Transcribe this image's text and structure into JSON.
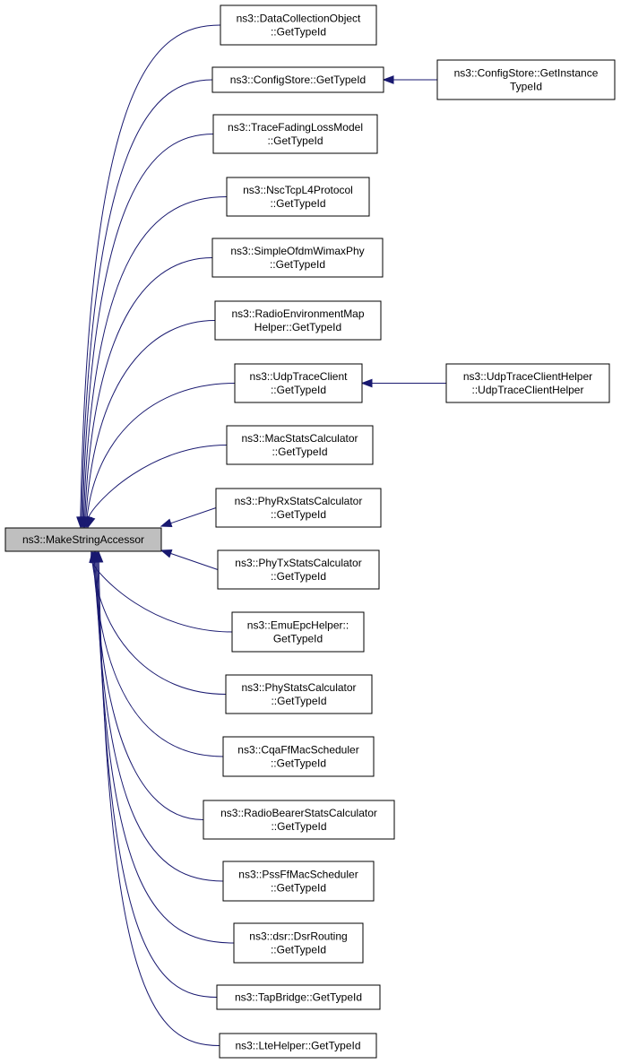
{
  "graph": {
    "root": {
      "id": "make",
      "lines": [
        "ns3::MakeStringAccessor"
      ]
    },
    "nodes": [
      {
        "id": "dco",
        "lines": [
          "ns3::DataCollectionObject",
          "::GetTypeId"
        ]
      },
      {
        "id": "cs",
        "lines": [
          "ns3::ConfigStore::GetTypeId"
        ]
      },
      {
        "id": "tfl",
        "lines": [
          "ns3::TraceFadingLossModel",
          "::GetTypeId"
        ]
      },
      {
        "id": "nsc",
        "lines": [
          "ns3::NscTcpL4Protocol",
          "::GetTypeId"
        ]
      },
      {
        "id": "sow",
        "lines": [
          "ns3::SimpleOfdmWimaxPhy",
          "::GetTypeId"
        ]
      },
      {
        "id": "rem",
        "lines": [
          "ns3::RadioEnvironmentMap",
          "Helper::GetTypeId"
        ]
      },
      {
        "id": "utc",
        "lines": [
          "ns3::UdpTraceClient",
          "::GetTypeId"
        ]
      },
      {
        "id": "msc",
        "lines": [
          "ns3::MacStatsCalculator",
          "::GetTypeId"
        ]
      },
      {
        "id": "prx",
        "lines": [
          "ns3::PhyRxStatsCalculator",
          "::GetTypeId"
        ]
      },
      {
        "id": "ptx",
        "lines": [
          "ns3::PhyTxStatsCalculator",
          "::GetTypeId"
        ]
      },
      {
        "id": "emu",
        "lines": [
          "ns3::EmuEpcHelper::",
          "GetTypeId"
        ]
      },
      {
        "id": "psc",
        "lines": [
          "ns3::PhyStatsCalculator",
          "::GetTypeId"
        ]
      },
      {
        "id": "cqa",
        "lines": [
          "ns3::CqaFfMacScheduler",
          "::GetTypeId"
        ]
      },
      {
        "id": "rbs",
        "lines": [
          "ns3::RadioBearerStatsCalculator",
          "::GetTypeId"
        ]
      },
      {
        "id": "pss",
        "lines": [
          "ns3::PssFfMacScheduler",
          "::GetTypeId"
        ]
      },
      {
        "id": "dsr",
        "lines": [
          "ns3::dsr::DsrRouting",
          "::GetTypeId"
        ]
      },
      {
        "id": "tap",
        "lines": [
          "ns3::TapBridge::GetTypeId"
        ]
      },
      {
        "id": "lte",
        "lines": [
          "ns3::LteHelper::GetTypeId"
        ]
      },
      {
        "id": "csgi",
        "lines": [
          "ns3::ConfigStore::GetInstance",
          "TypeId"
        ]
      },
      {
        "id": "utch",
        "lines": [
          "ns3::UdpTraceClientHelper",
          "::UdpTraceClientHelper"
        ]
      }
    ],
    "edges": [
      {
        "from": "dco",
        "to": "make"
      },
      {
        "from": "cs",
        "to": "make"
      },
      {
        "from": "tfl",
        "to": "make"
      },
      {
        "from": "nsc",
        "to": "make"
      },
      {
        "from": "sow",
        "to": "make"
      },
      {
        "from": "rem",
        "to": "make"
      },
      {
        "from": "utc",
        "to": "make"
      },
      {
        "from": "msc",
        "to": "make"
      },
      {
        "from": "prx",
        "to": "make"
      },
      {
        "from": "ptx",
        "to": "make"
      },
      {
        "from": "emu",
        "to": "make"
      },
      {
        "from": "psc",
        "to": "make"
      },
      {
        "from": "cqa",
        "to": "make"
      },
      {
        "from": "rbs",
        "to": "make"
      },
      {
        "from": "pss",
        "to": "make"
      },
      {
        "from": "dsr",
        "to": "make"
      },
      {
        "from": "tap",
        "to": "make"
      },
      {
        "from": "lte",
        "to": "make"
      },
      {
        "from": "csgi",
        "to": "cs"
      },
      {
        "from": "utch",
        "to": "utc"
      }
    ],
    "colors": {
      "edge": "#191970",
      "root_fill": "#bfbfbf",
      "node_fill": "#ffffff",
      "border": "#000000"
    }
  }
}
